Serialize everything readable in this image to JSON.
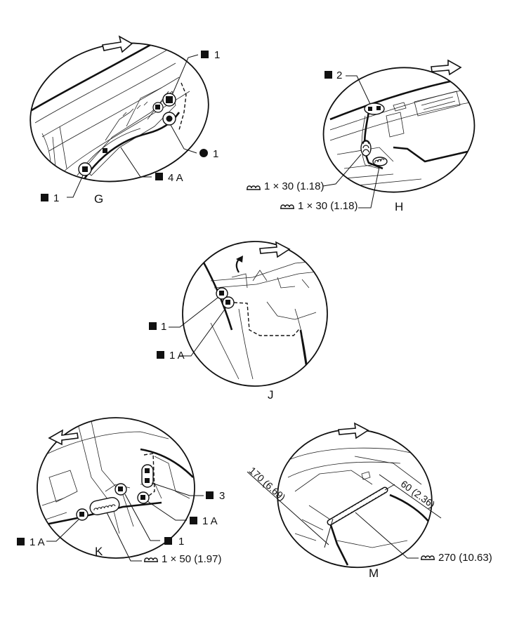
{
  "colors": {
    "ink": "#111111",
    "paper": "#ffffff"
  },
  "symbols": {
    "square": "filled-square-icon",
    "dot": "filled-circle-icon",
    "seam": "sealer-bead-icon"
  },
  "views": {
    "G": {
      "letter": "G",
      "callouts": [
        {
          "symbol": "square",
          "text": "1"
        },
        {
          "symbol": "dot",
          "text": "1"
        },
        {
          "symbol": "square",
          "text": "4 A"
        },
        {
          "symbol": "square",
          "text": "1"
        }
      ]
    },
    "H": {
      "letter": "H",
      "callouts": [
        {
          "symbol": "square",
          "text": "2"
        },
        {
          "symbol": "seam",
          "text": "1 × 30 (1.18)"
        },
        {
          "symbol": "seam",
          "text": "1 × 30 (1.18)"
        }
      ]
    },
    "J": {
      "letter": "J",
      "callouts": [
        {
          "symbol": "square",
          "text": "1"
        },
        {
          "symbol": "square",
          "text": "1 A"
        }
      ]
    },
    "K": {
      "letter": "K",
      "callouts": [
        {
          "symbol": "square",
          "text": "3"
        },
        {
          "symbol": "square",
          "text": "1 A"
        },
        {
          "symbol": "square",
          "text": "1 A"
        },
        {
          "symbol": "square",
          "text": "1"
        },
        {
          "symbol": "seam",
          "text": "1 × 50 (1.97)"
        }
      ]
    },
    "M": {
      "letter": "M",
      "dims": [
        "170 (6.69)",
        "60 (2.36)"
      ],
      "callouts": [
        {
          "symbol": "seam",
          "text": "270 (10.63)"
        }
      ]
    }
  }
}
